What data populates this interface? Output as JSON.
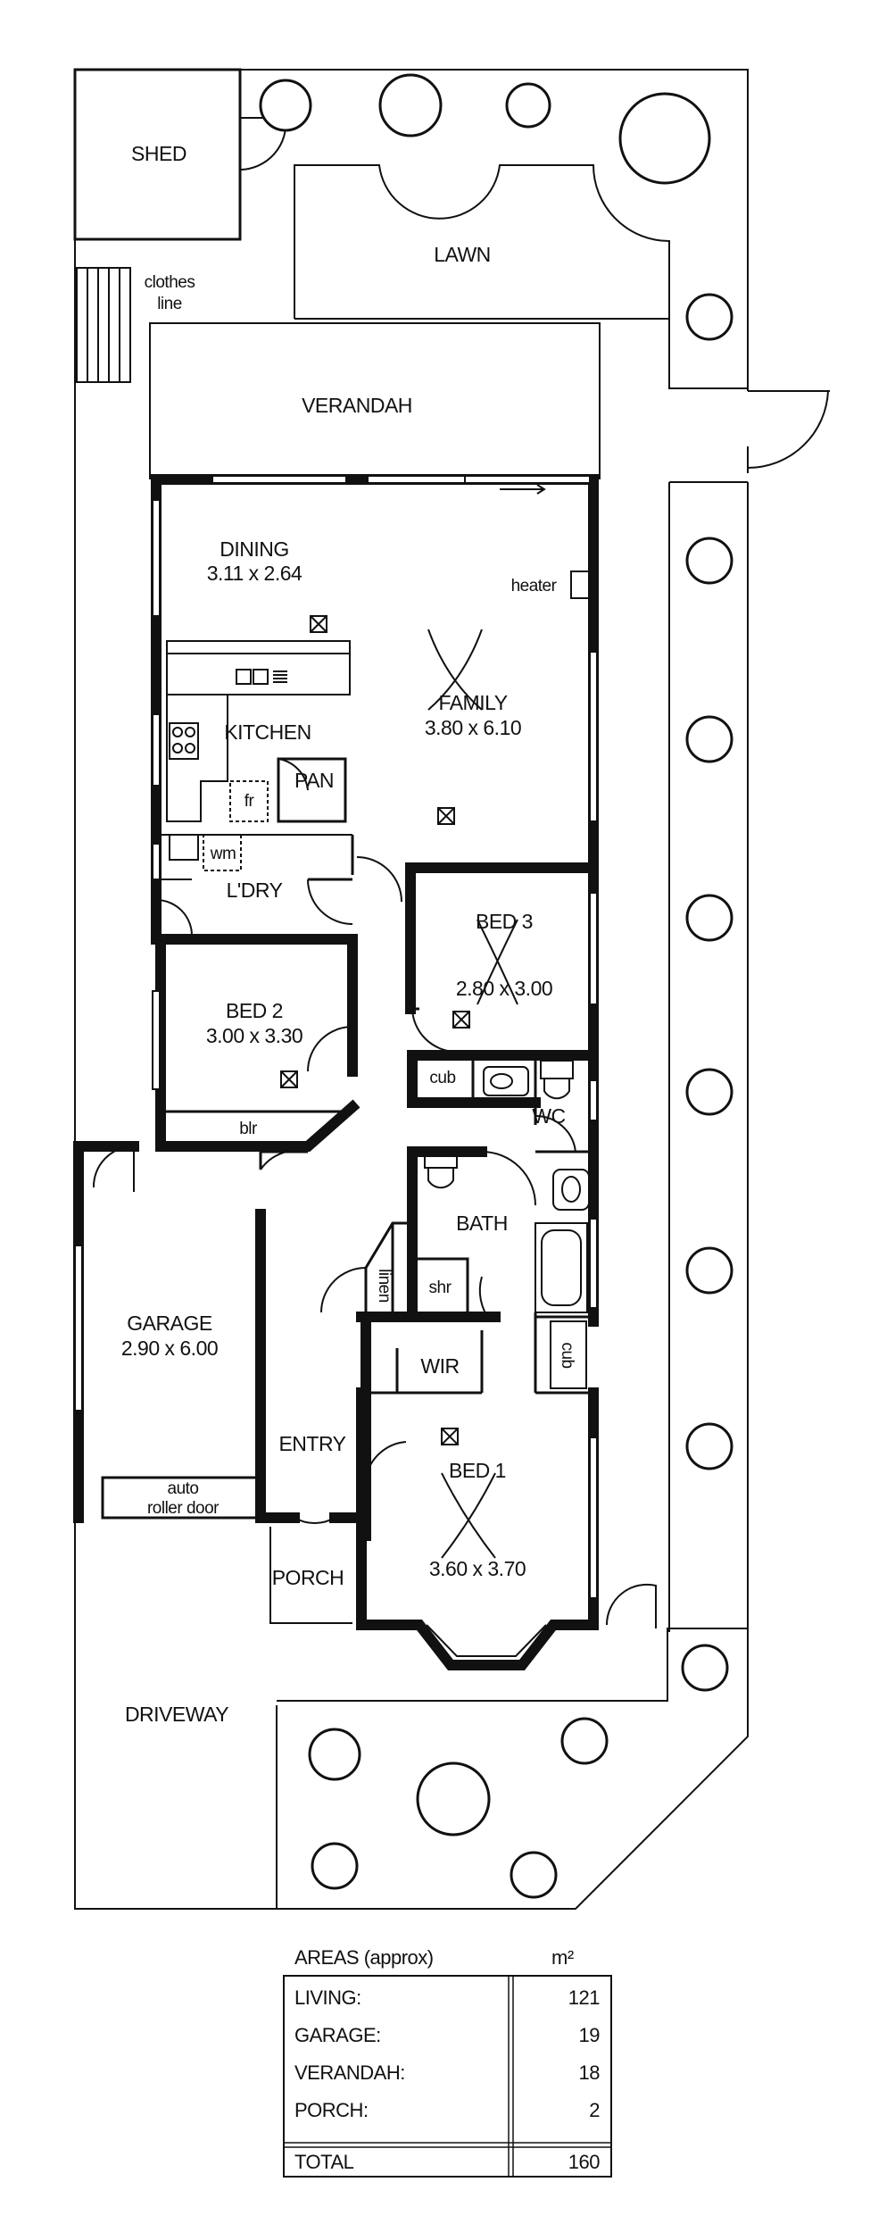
{
  "rooms": {
    "shed": "SHED",
    "lawn": "LAWN",
    "clothes_line": [
      "clothes",
      "line"
    ],
    "verandah": "VERANDAH",
    "dining": {
      "name": "DINING",
      "size": "3.11 x 2.64"
    },
    "family": {
      "name": "FAMILY",
      "size": "3.80 x 6.10"
    },
    "heater": "heater",
    "kitchen": "KITCHEN",
    "pan": "PAN",
    "fridge": "fr",
    "washing_machine": "wm",
    "laundry": "L'DRY",
    "bed3": {
      "name": "BED 3",
      "size": "2.80 x 3.00"
    },
    "bed2": {
      "name": "BED 2",
      "size": "3.00 x 3.30"
    },
    "blr": "blr",
    "cub1": "cub",
    "wc": "WC",
    "bath": "BATH",
    "linen": "linen",
    "shr": "shr",
    "cub2": "cub",
    "wir": "WIR",
    "garage": {
      "name": "GARAGE",
      "size": "2.90 x 6.00"
    },
    "auto_roller_door": [
      "auto",
      "roller door"
    ],
    "entry": "ENTRY",
    "bed1": {
      "name": "BED 1",
      "size": "3.60 x 3.70"
    },
    "porch": "PORCH",
    "driveway": "DRIVEWAY"
  },
  "areas_table": {
    "header_label": "AREAS (approx)",
    "header_unit": "m²",
    "rows": [
      {
        "label": "LIVING:",
        "value": "121"
      },
      {
        "label": "GARAGE:",
        "value": "19"
      },
      {
        "label": "VERANDAH:",
        "value": "18"
      },
      {
        "label": "PORCH:",
        "value": "2"
      }
    ],
    "total": {
      "label": "TOTAL",
      "value": "160"
    }
  }
}
